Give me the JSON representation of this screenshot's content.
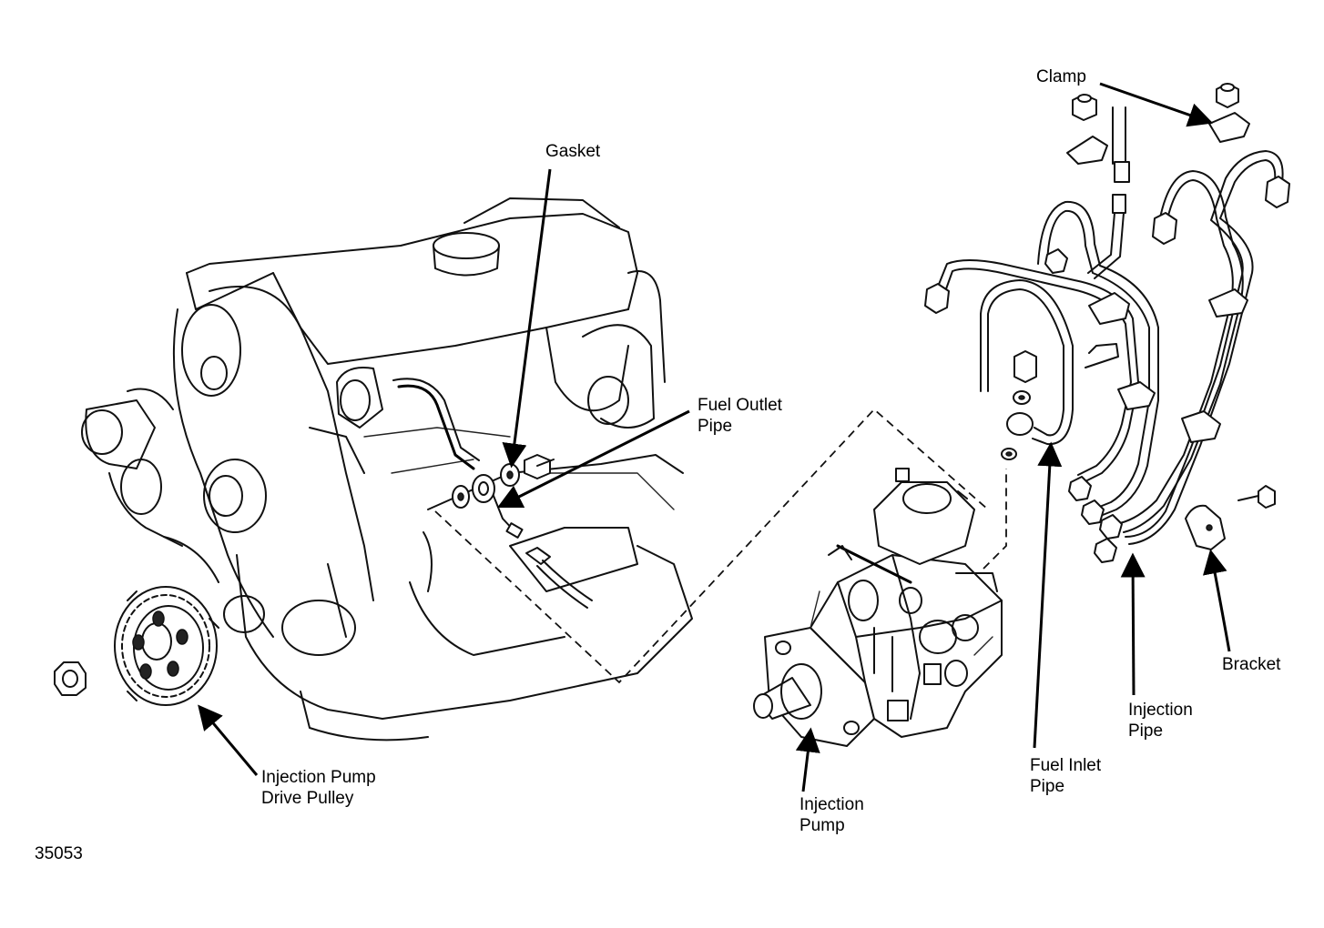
{
  "figure_id": "35053",
  "labels": {
    "clamp": "Clamp",
    "gasket": "Gasket",
    "fuel_outlet_pipe_1": "Fuel Outlet",
    "fuel_outlet_pipe_2": "Pipe",
    "injection_pump_drive_pulley_1": "Injection Pump",
    "injection_pump_drive_pulley_2": "Drive Pulley",
    "injection_pump_1": "Injection",
    "injection_pump_2": "Pump",
    "fuel_inlet_pipe_1": "Fuel Inlet",
    "fuel_inlet_pipe_2": "Pipe",
    "injection_pipe_1": "Injection",
    "injection_pipe_2": "Pipe",
    "bracket": "Bracket"
  }
}
